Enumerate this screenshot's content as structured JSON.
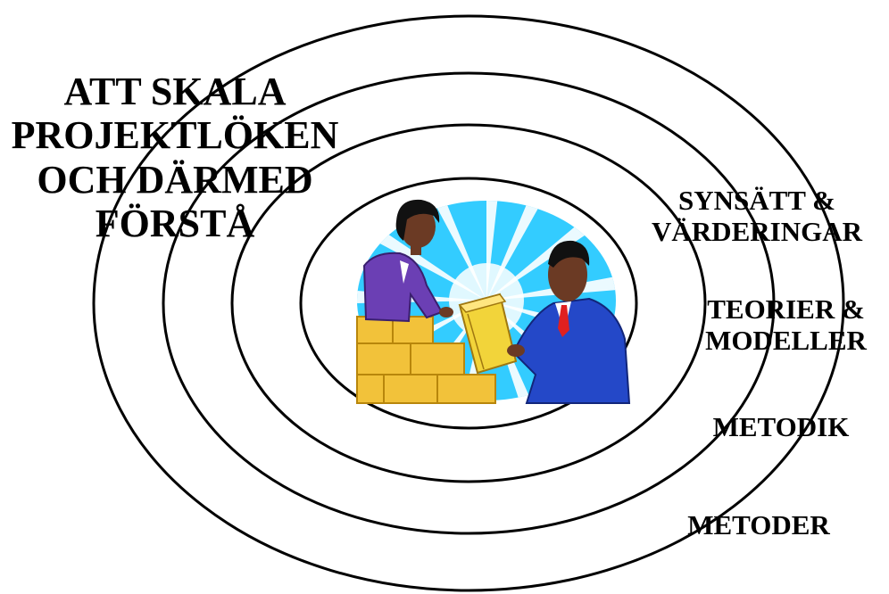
{
  "title_lines": [
    "ATT SKALA",
    "PROJEKTLÖKEN",
    "OCH DÄRMED",
    "FÖRSTÅ"
  ],
  "ring_labels": [
    {
      "lines": [
        "SYNSÄTT &",
        "VÄRDERINGAR"
      ]
    },
    {
      "lines": [
        "TEORIER &",
        "MODELLER"
      ]
    },
    {
      "lines": [
        "METODIK"
      ]
    },
    {
      "lines": [
        "METODER"
      ]
    }
  ],
  "illustration": {
    "icon": "business-handoff-clipart-icon",
    "colors": {
      "oval_bg": "#33CCFF",
      "sunburst": "#FFFFFF",
      "box": "#F2D43A",
      "wall": "#F2C23A",
      "woman_suit": "#6B3FB4",
      "man_suit": "#2448C8",
      "tie": "#E02020",
      "skin": "#6B3A24"
    }
  }
}
